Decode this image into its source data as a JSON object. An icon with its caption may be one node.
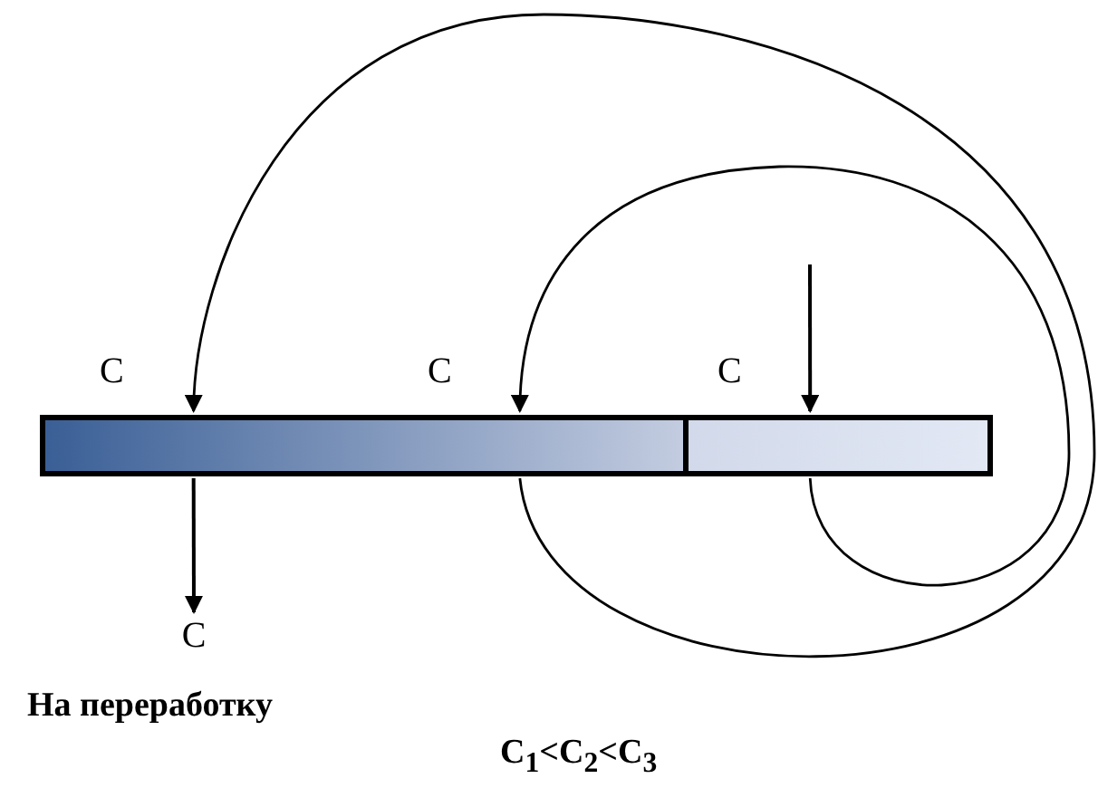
{
  "diagram": {
    "nodes": [
      {
        "text": [],
        "shape": "bar",
        "beside": [
          "C",
          "C"
        ]
      },
      {
        "text": [],
        "shape": "bar",
        "beside": [
          "C"
        ]
      },
      {
        "text": [
          "C"
        ]
      }
    ],
    "edges": [
      {
        "from": null,
        "to": 1,
        "arrow": "to"
      },
      {
        "from": 1,
        "to": 0,
        "arrow": "to"
      },
      {
        "from": 0,
        "to": 0,
        "arrow": "to"
      },
      {
        "from": 0,
        "to": 2,
        "arrow": "to"
      }
    ],
    "labels": [
      "На переработку",
      "C$_{1}$<C$_{2}$<C$_{3}$"
    ]
  }
}
